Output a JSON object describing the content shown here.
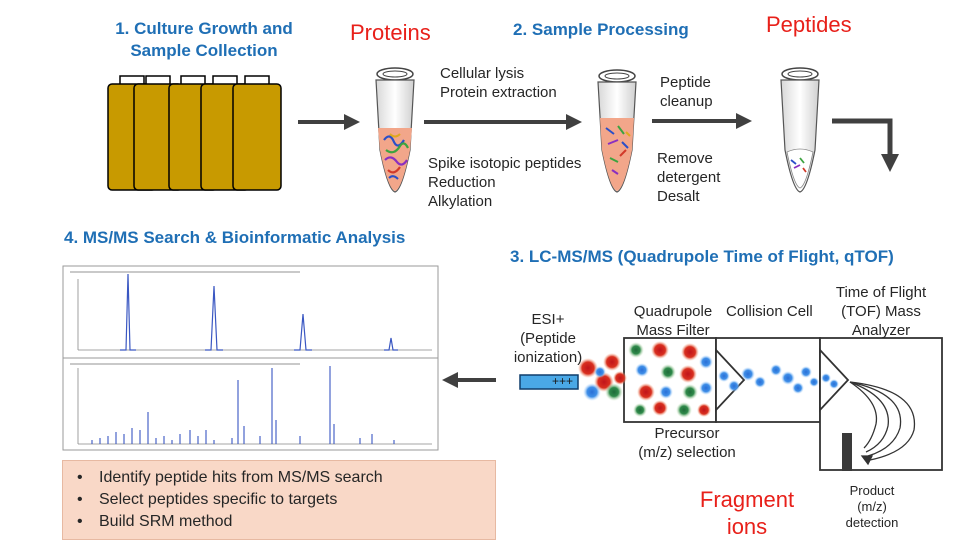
{
  "steps": {
    "s1_line1": "1. Culture Growth and",
    "s1_line2": "Sample Collection",
    "s2": "2. Sample Processing",
    "s3": "3. LC-MS/MS (Quadrupole Time of Flight, qTOF)",
    "s4": "4. MS/MS Search & Bioinformatic Analysis"
  },
  "labels": {
    "proteins": "Proteins",
    "peptides": "Peptides",
    "fragment_1": "Fragment",
    "fragment_2": "ions"
  },
  "notes": {
    "lysis_1": "Cellular lysis",
    "lysis_2": "Protein extraction",
    "spike_1": "Spike isotopic peptides",
    "spike_2": "Reduction",
    "spike_3": "Alkylation",
    "cleanup_1": "Peptide",
    "cleanup_2": "cleanup",
    "remove_1": "Remove",
    "remove_2": "detergent",
    "remove_3": "Desalt"
  },
  "ms": {
    "esi_1": "ESI+",
    "esi_2": "(Peptide",
    "esi_3": "ionization)",
    "plus": "+++",
    "quad_1": "Quadrupole",
    "quad_2": "Mass Filter",
    "collision": "Collision Cell",
    "tof_1": "Time of Flight",
    "tof_2": "(TOF)  Mass",
    "tof_3": "Analyzer",
    "precursor_1": "Precursor",
    "precursor_2": "(m/z) selection",
    "product_1": "Product",
    "product_2": "(m/z)",
    "product_3": "detection"
  },
  "bullets": [
    "Identify peptide hits from MS/MS search",
    "Select peptides specific to targets",
    "Build SRM method"
  ],
  "colors": {
    "step_blue": "#1f6fb5",
    "label_red": "#e8201a",
    "flask_gold": "#c89a00",
    "bullet_bg": "#f9d8c7"
  }
}
